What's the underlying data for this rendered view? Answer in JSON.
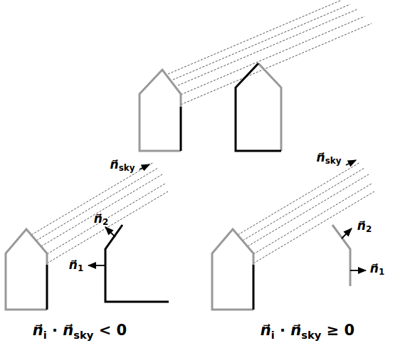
{
  "diagram": {
    "labels": [
      "n⃗sky",
      "n⃗2",
      "n⃗1",
      "n⃗sky",
      "n⃗2",
      "n⃗1",
      "n⃗i · n⃗sky < 0",
      "n⃗i · n⃗sky ≥ 0"
    ]
  }
}
